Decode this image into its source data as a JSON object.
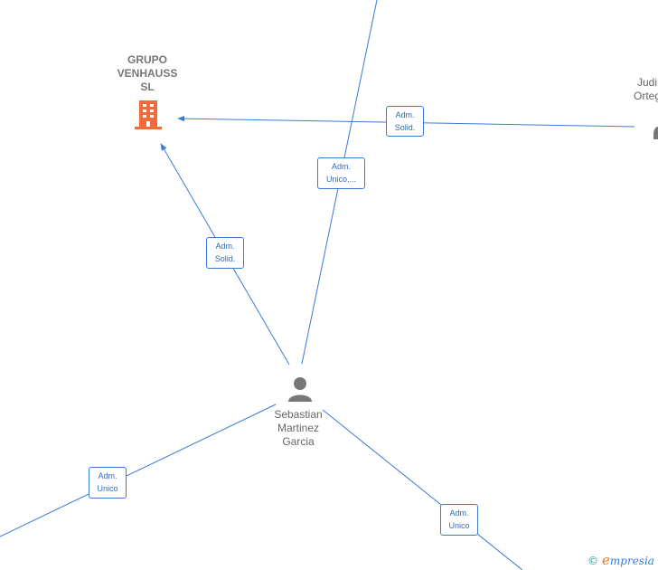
{
  "nodes": {
    "company": {
      "name_lines": [
        "GRUPO",
        "VENHAUSS",
        "SL"
      ],
      "icon": "building-icon",
      "color": "#f26b3a"
    },
    "person_main": {
      "name_lines": [
        "Sebastian",
        "Martinez",
        "Garcia"
      ],
      "icon": "person-icon",
      "color": "#777777"
    },
    "person_right": {
      "name_lines": [
        "Judi",
        "Orteg"
      ],
      "icon": "person-icon"
    }
  },
  "relations": {
    "top_right_to_company": [
      "Adm.",
      "Solid."
    ],
    "sebastian_to_top": [
      "Adm.",
      "Unico,..."
    ],
    "sebastian_to_company": [
      "Adm.",
      "Solid."
    ],
    "sebastian_to_bottom_left": [
      "Adm.",
      "Unico"
    ],
    "sebastian_to_bottom_right": [
      "Adm.",
      "Unico"
    ]
  },
  "watermark": {
    "copyright": "©",
    "brand_initial": "e",
    "brand_rest": "mpresia"
  },
  "colors": {
    "edge": "#3a7bd5",
    "company": "#f26b3a",
    "person": "#777777"
  }
}
